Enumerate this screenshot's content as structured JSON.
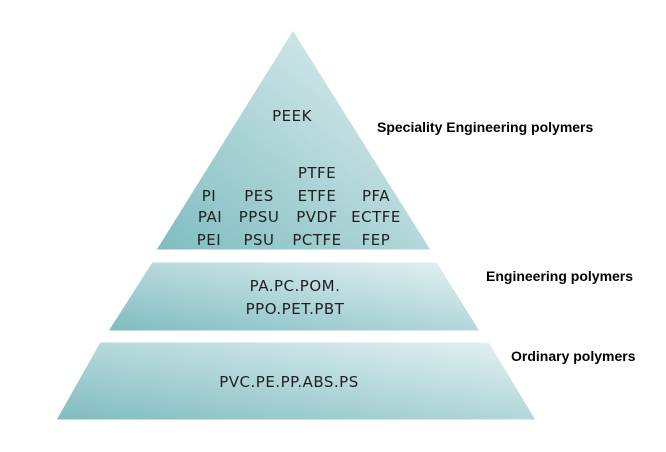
{
  "diagram": {
    "type": "pyramid",
    "colors": {
      "fill_light": "#e6f2f3",
      "fill_dark": "#7fbcc0",
      "stroke": "#ffffff",
      "text": "#1f1f1f",
      "label": "#000000"
    },
    "tiers": [
      {
        "label": "Speciality Engineering polymers",
        "top_item": "PEEK",
        "columns": [
          [
            "PI",
            "PAI",
            "PEI"
          ],
          [
            "PES",
            "PPSU",
            "PSU"
          ],
          [
            "PTFE",
            "ETFE",
            "PVDF",
            "PCTFE"
          ],
          [
            "PFA",
            "ECTFE",
            "FEP"
          ]
        ]
      },
      {
        "label": "Engineering polymers",
        "lines": [
          "PA.PC.POM.",
          "PPO.PET.PBT"
        ]
      },
      {
        "label": "Ordinary polymers",
        "lines": [
          "PVC.PE.PP.ABS.PS"
        ]
      }
    ]
  }
}
